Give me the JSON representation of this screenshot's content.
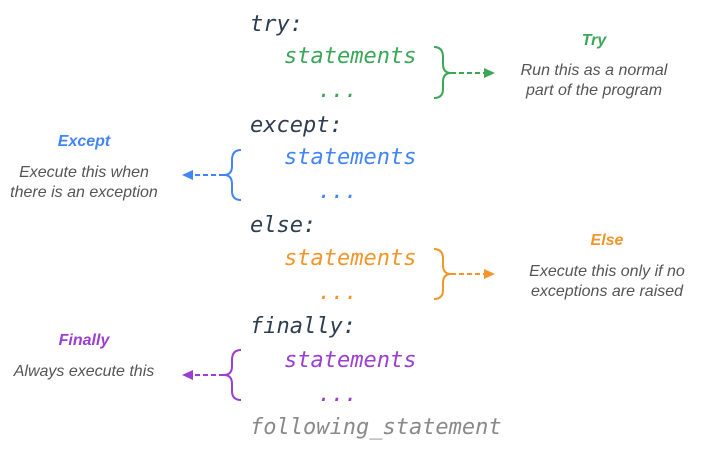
{
  "code": {
    "try_kw": "try:",
    "except_kw": "except:",
    "else_kw": "else:",
    "finally_kw": "finally:",
    "following": "following_statement",
    "statements": "statements",
    "ellipsis": "..."
  },
  "blocks": {
    "try": {
      "title": "Try",
      "desc_line1": "Run this as a normal",
      "desc_line2": "part of the program",
      "color": "#3aa757"
    },
    "except": {
      "title": "Except",
      "desc_line1": "Execute this when",
      "desc_line2": "there is an exception",
      "color": "#4285f4"
    },
    "else": {
      "title": "Else",
      "desc_line1": "Execute this only if no",
      "desc_line2": "exceptions are raised",
      "color": "#f2962a"
    },
    "finally": {
      "title": "Finally",
      "desc_line1": "Always execute this",
      "color": "#9b3fd1"
    }
  }
}
